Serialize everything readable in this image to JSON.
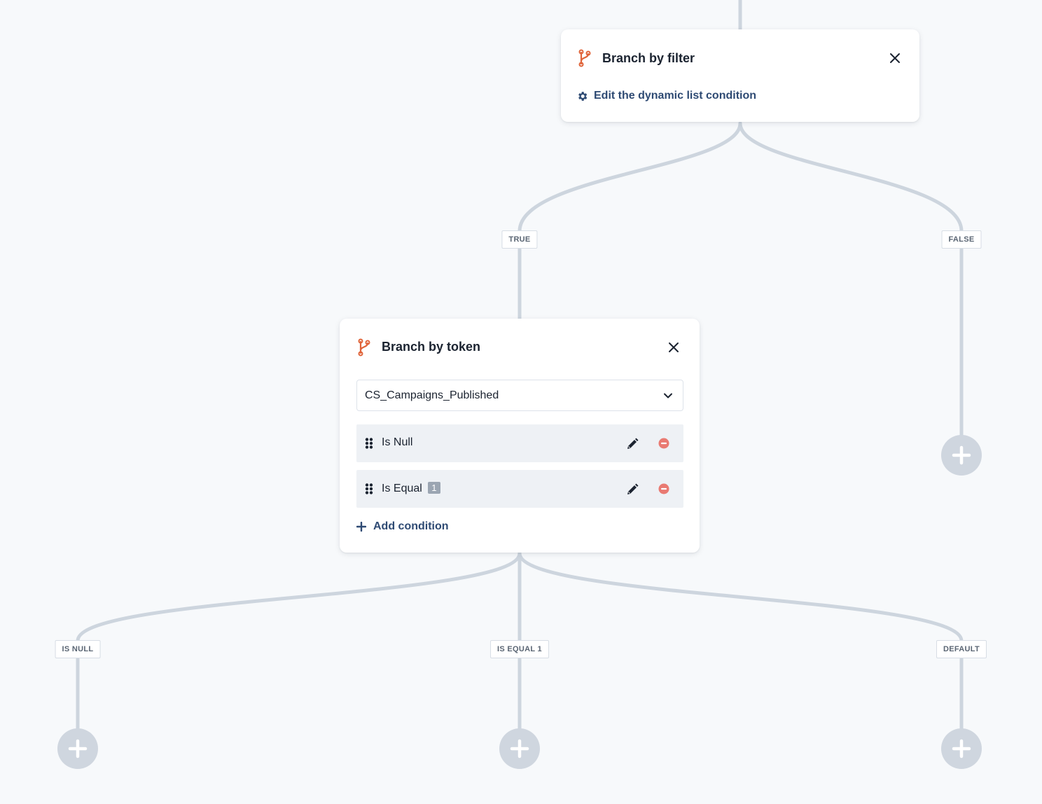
{
  "branch_by_filter": {
    "title": "Branch by filter",
    "edit_link": "Edit the dynamic list condition"
  },
  "branch_by_token": {
    "title": "Branch by token",
    "selected_token": "CS_Campaigns_Published",
    "conditions": [
      {
        "label": "Is Null",
        "badge": ""
      },
      {
        "label": "Is Equal",
        "badge": "1"
      }
    ],
    "add_condition": "Add condition"
  },
  "edge_labels": {
    "filter_true": "TRUE",
    "filter_false": "FALSE",
    "token_is_null": "IS NULL",
    "token_is_equal": "IS EQUAL 1",
    "token_default": "DEFAULT"
  },
  "icons": {
    "branch": "branch-fork-icon",
    "close": "close-x-icon",
    "settings": "gear-icon",
    "dropdown": "chevron-down-icon",
    "drag": "drag-handle-icon",
    "edit": "pencil-icon",
    "remove": "minus-circle-icon",
    "add": "plus-icon"
  },
  "colors": {
    "accent_icon": "#e0643a",
    "link": "#2e4a73",
    "connector": "#cdd5de",
    "add_node": "#cfd6df",
    "remove": "#e97a72"
  }
}
